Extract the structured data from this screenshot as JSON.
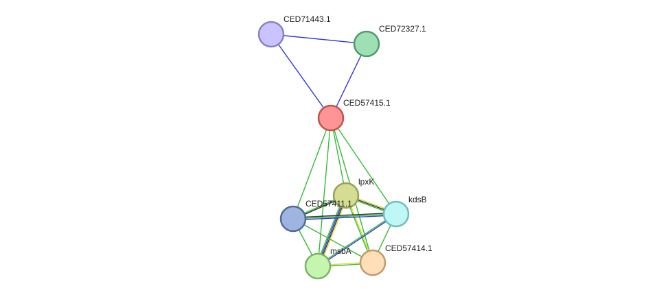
{
  "network": {
    "nodes": [
      {
        "id": "n_ced71443",
        "label": "CED71443.1",
        "fill": "#c9c3ff",
        "stroke": "#8a7fc4"
      },
      {
        "id": "n_ced72327",
        "label": "CED72327.1",
        "fill": "#9ee0b4",
        "stroke": "#4f9a68"
      },
      {
        "id": "n_ced57415",
        "label": "CED57415.1",
        "fill": "#ff9494",
        "stroke": "#c05050"
      },
      {
        "id": "n_lpxk",
        "label": "lpxK",
        "fill": "#d5dc94",
        "stroke": "#9aa055"
      },
      {
        "id": "n_kdsb",
        "label": "kdsB",
        "fill": "#bff7f7",
        "stroke": "#6fbcbc"
      },
      {
        "id": "n_ced57411",
        "label": "CED57411.1",
        "fill": "#9fb4e0",
        "stroke": "#4f6a98"
      },
      {
        "id": "n_msba",
        "label": "msbA",
        "fill": "#c6f5b0",
        "stroke": "#7ab266"
      },
      {
        "id": "n_ced57414",
        "label": "CED57414.1",
        "fill": "#ffdfb8",
        "stroke": "#c09a68"
      }
    ],
    "edges": [
      {
        "source": "n_ced71443",
        "target": "n_ced72327",
        "colors": [
          "#3333dd"
        ]
      },
      {
        "source": "n_ced71443",
        "target": "n_ced57415",
        "colors": [
          "#3333dd"
        ]
      },
      {
        "source": "n_ced72327",
        "target": "n_ced57415",
        "colors": [
          "#3333dd"
        ]
      },
      {
        "source": "n_ced57415",
        "target": "n_lpxk",
        "colors": [
          "#33bb33"
        ]
      },
      {
        "source": "n_ced57415",
        "target": "n_kdsb",
        "colors": [
          "#33bb33"
        ]
      },
      {
        "source": "n_ced57415",
        "target": "n_ced57411",
        "colors": [
          "#33bb33"
        ]
      },
      {
        "source": "n_ced57415",
        "target": "n_msba",
        "colors": [
          "#33bb33"
        ]
      },
      {
        "source": "n_ced57415",
        "target": "n_ced57414",
        "colors": [
          "#33bb33"
        ]
      },
      {
        "source": "n_lpxk",
        "target": "n_kdsb",
        "colors": [
          "#dddd33",
          "#333333",
          "#33bb33"
        ]
      },
      {
        "source": "n_lpxk",
        "target": "n_msba",
        "colors": [
          "#dddd33",
          "#333333",
          "#3333dd",
          "#33bb33"
        ]
      },
      {
        "source": "n_lpxk",
        "target": "n_ced57414",
        "colors": [
          "#dddd33",
          "#33bb33"
        ]
      },
      {
        "source": "n_lpxk",
        "target": "n_ced57411",
        "colors": [
          "#333333",
          "#33bb33"
        ]
      },
      {
        "source": "n_ced57411",
        "target": "n_kdsb",
        "colors": [
          "#333333",
          "#33bb33",
          "#3333dd"
        ]
      },
      {
        "source": "n_ced57411",
        "target": "n_msba",
        "colors": [
          "#33bb33"
        ]
      },
      {
        "source": "n_ced57411",
        "target": "n_ced57414",
        "colors": [
          "#33bb33"
        ]
      },
      {
        "source": "n_kdsb",
        "target": "n_msba",
        "colors": [
          "#3333dd",
          "#33bb33"
        ]
      },
      {
        "source": "n_kdsb",
        "target": "n_ced57414",
        "colors": [
          "#33bb33"
        ]
      },
      {
        "source": "n_msba",
        "target": "n_ced57414",
        "colors": [
          "#dddd33",
          "#33bb33"
        ]
      }
    ]
  }
}
